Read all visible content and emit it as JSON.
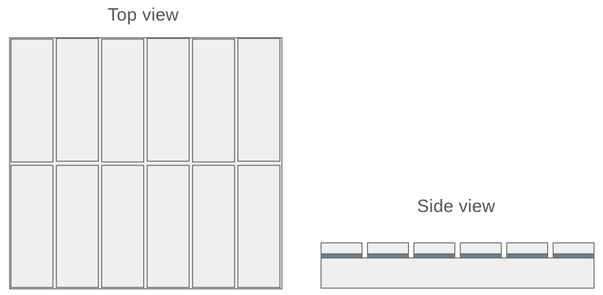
{
  "top_view": {
    "title": "Top view",
    "grid": {
      "columns": 6,
      "rows": 2
    },
    "colors": {
      "fill": "#efefef",
      "stroke": "#555555"
    }
  },
  "side_view": {
    "title": "Side view",
    "segments": 6,
    "colors": {
      "fill": "#efefef",
      "stroke": "#555555",
      "layer": "#6e7f89"
    }
  }
}
